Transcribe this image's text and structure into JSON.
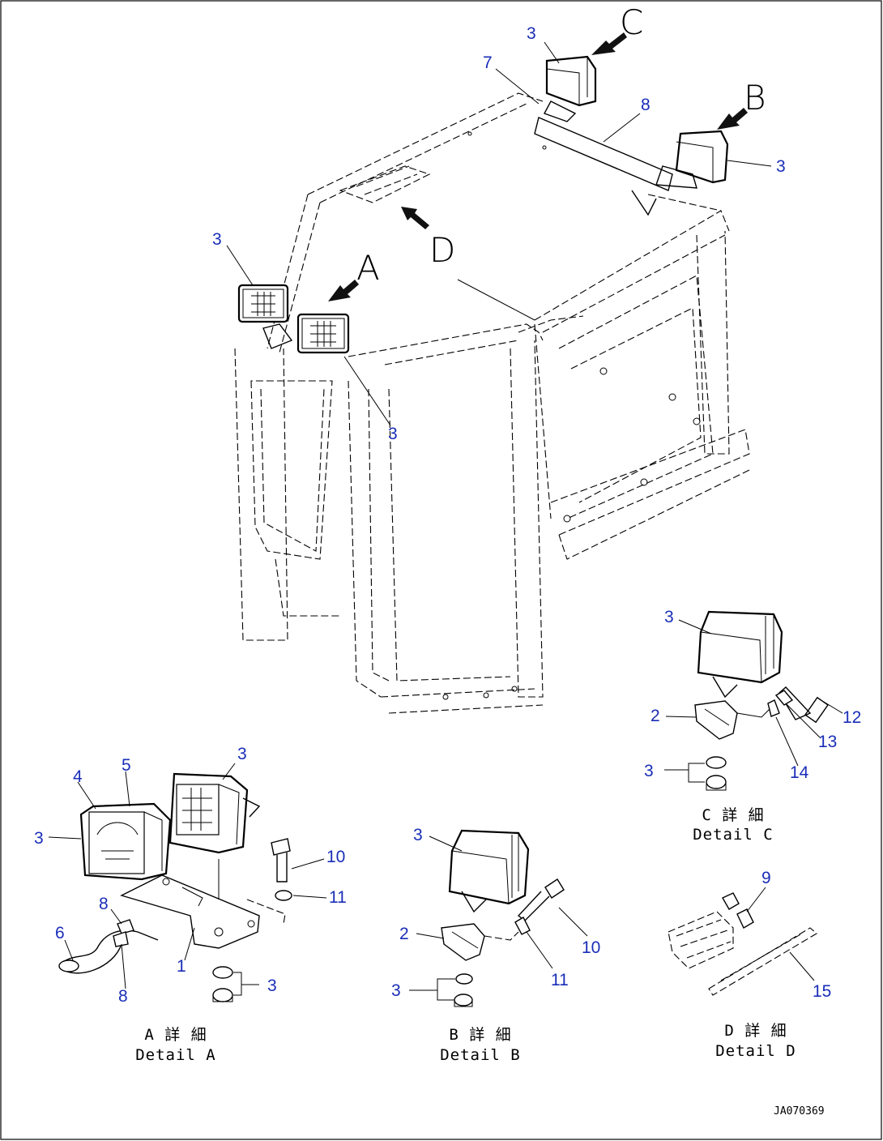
{
  "view_labels": {
    "a": "A",
    "b": "B",
    "c": "C",
    "d": "D"
  },
  "detail_captions": {
    "a_jp": "A 詳 細",
    "a_en": "Detail A",
    "b_jp": "B 詳 細",
    "b_en": "Detail B",
    "c_jp": "C 詳 細",
    "c_en": "Detail C",
    "d_jp": "D 詳 細",
    "d_en": "Detail D"
  },
  "callouts": {
    "n1": "1",
    "n2": "2",
    "n3": "3",
    "n4": "4",
    "n5": "5",
    "n6": "6",
    "n7": "7",
    "n8": "8",
    "n9": "9",
    "n10": "10",
    "n11": "11",
    "n12": "12",
    "n13": "13",
    "n14": "14",
    "n15": "15"
  },
  "drawing_code": "JA070369",
  "colors": {
    "callout": "#1a2eb8",
    "line": "#000000"
  }
}
